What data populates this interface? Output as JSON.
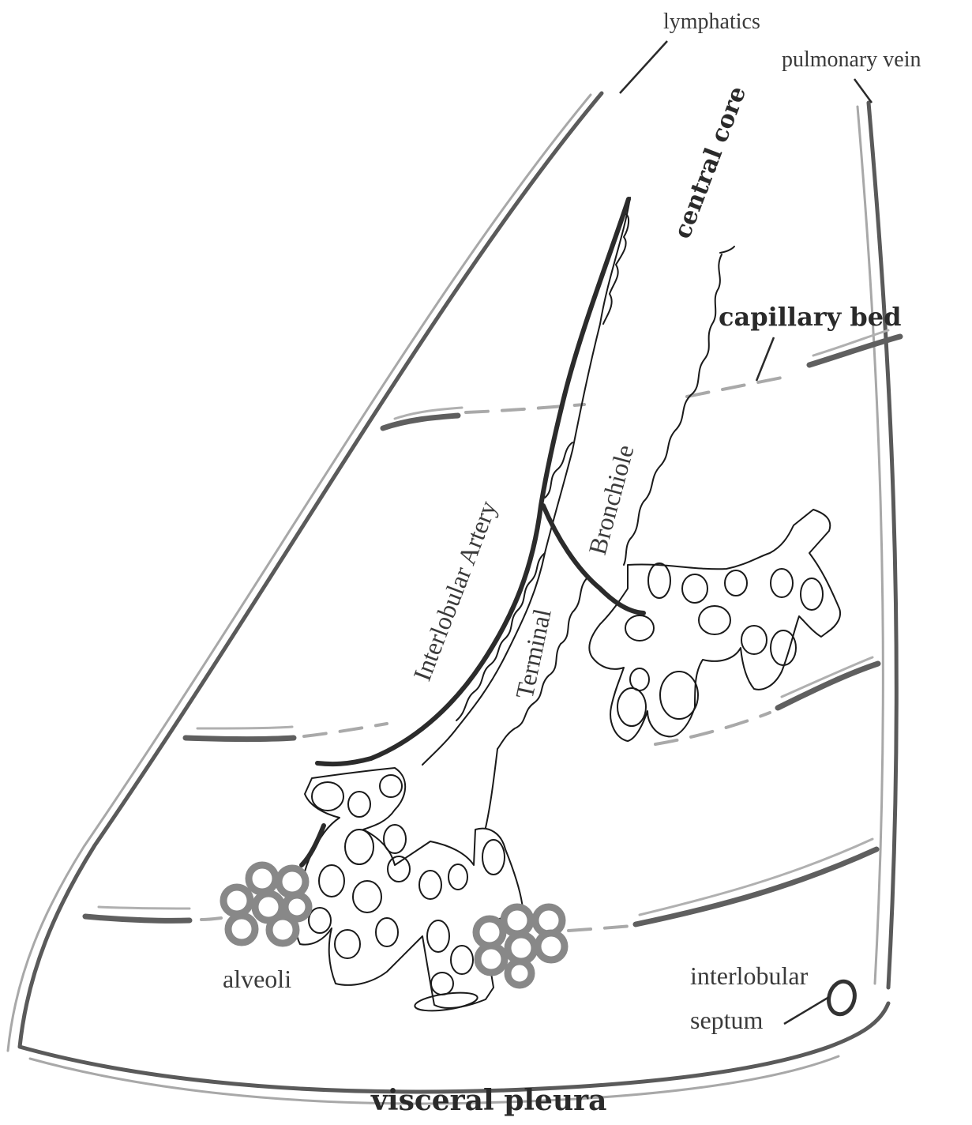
{
  "labels": {
    "lymphatics": "lymphatics",
    "pulmonary_vein": "pulmonary vein",
    "central_core": "central core",
    "capillary_bed": "capillary bed",
    "interlobular_artery": "Interlobular Artery",
    "terminal": "Terminal",
    "bronchiole": "Bronchiole",
    "alveoli": "alveoli",
    "interlobular": "interlobular",
    "septum": "septum",
    "visceral_pleura": "visceral pleura"
  },
  "colors": {
    "ink": "#1a1a1a",
    "wall_dark": "#5a5a5a",
    "wall_light": "#a8a8a8",
    "alveoli": "#888888",
    "background": "#ffffff"
  }
}
